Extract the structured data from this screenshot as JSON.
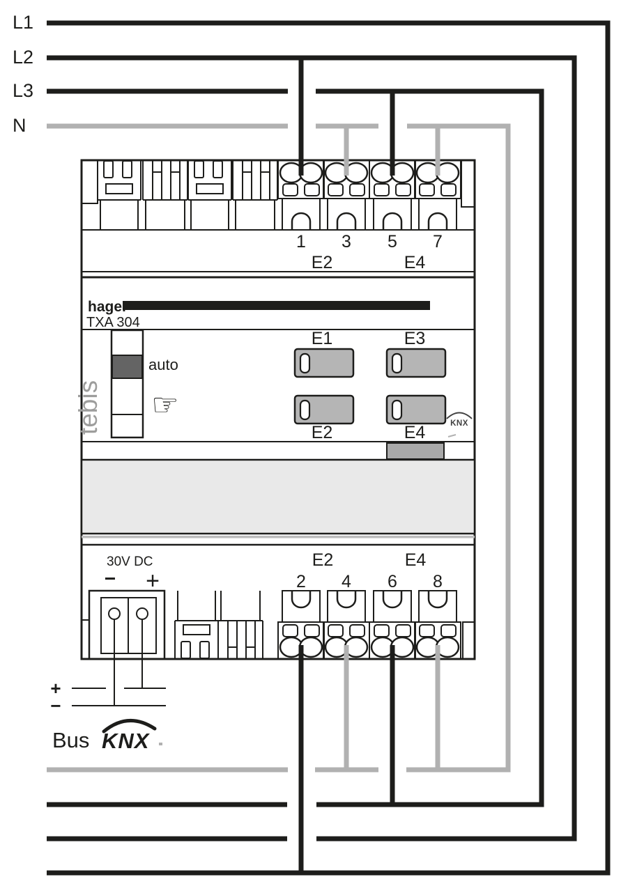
{
  "rails": {
    "l1": "L1",
    "l2": "L2",
    "l3": "L3",
    "n": "N"
  },
  "device": {
    "brand": "hager",
    "model": "TXA 304",
    "series": "tebis",
    "auto_label": "auto",
    "hand_glyph": "☞",
    "knx_small": "KNX",
    "leds": {
      "e1": "E1",
      "e2": "E2",
      "e3": "E3",
      "e4": "E4"
    },
    "top_terminals": {
      "n1": "1",
      "n3": "3",
      "n5": "5",
      "n7": "7",
      "e2": "E2",
      "e4": "E4"
    },
    "bottom_terminals": {
      "n2": "2",
      "n4": "4",
      "n6": "6",
      "n8": "8",
      "e2": "E2",
      "e4": "E4"
    },
    "power": {
      "label": "30V DC",
      "minus": "−",
      "plus": "+"
    }
  },
  "bus": {
    "plus": "+",
    "minus": "−",
    "label": "Bus",
    "knx": "KNX"
  },
  "colors": {
    "line_black": "#1d1d1b",
    "line_gray": "#b1b1b1",
    "led_fill": "#b5b5b5",
    "band_fill": "#e9e9e9",
    "switch_dark": "#646464",
    "tebis_gray": "#9d9d9c",
    "button_fill": "#a9a9a9"
  }
}
